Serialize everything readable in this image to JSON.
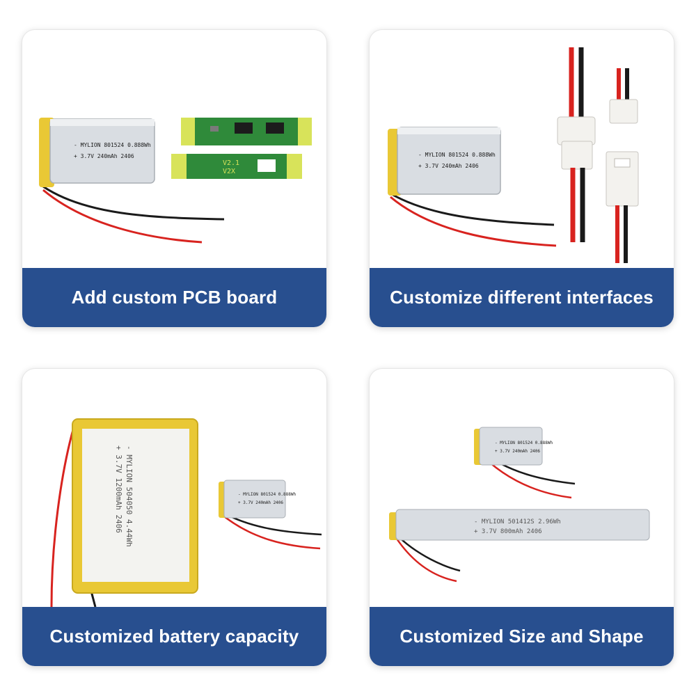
{
  "cards": [
    {
      "caption": "Add custom PCB board"
    },
    {
      "caption": "Customize different interfaces"
    },
    {
      "caption": "Customized battery capacity"
    },
    {
      "caption": "Customized Size and Shape"
    }
  ],
  "labels": {
    "small_battery_line1": "- MYLION 801524 0.888Wh",
    "small_battery_line2": "+ 3.7V   240mAh   2406",
    "large_battery_line1": "- MYLION 504050 4.44Wh",
    "large_battery_line2": "+ 3.7V 1200mAh 2406",
    "long_battery_line1": "- MYLION 501412S 2.96Wh",
    "long_battery_line2": "+ 3.7V 800mAh 2406",
    "pcb_label": "V2.1",
    "pcb_label2": "V2X"
  },
  "colors": {
    "caption_bg": "#284f8f",
    "caption_text": "#ffffff",
    "wire_red": "#d8231f",
    "wire_black": "#1a1a1a",
    "pcb_green": "#2f8a3a",
    "pcb_yellow": "#d8e35a",
    "battery_silver": "#d9dde2",
    "battery_yellow": "#e9c835",
    "connector_white": "#f3f2ee"
  }
}
